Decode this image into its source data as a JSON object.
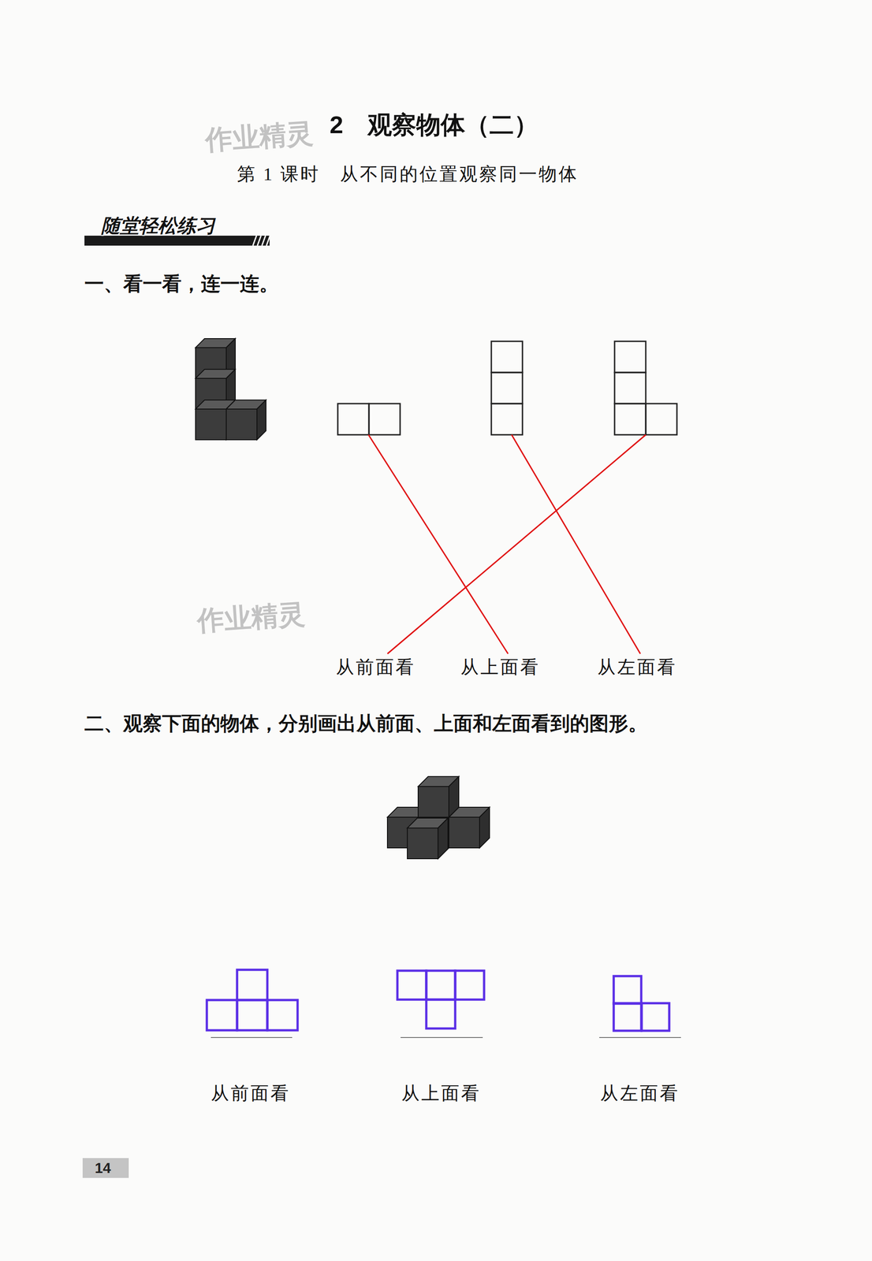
{
  "diagram": {
    "title": "2　观察物体（二）",
    "labels": [
      "作业精灵",
      "第 1 课时　从不同的位置观察同一物体",
      "随堂轻松练习",
      "一、看一看，连一连。",
      "作业精灵",
      "从前面看",
      "从上面看",
      "从左面看",
      "二、观察下面的物体，分别画出从前面、上面和左面看到的图形。",
      "从前面看",
      "从上面看",
      "从左面看",
      "14"
    ]
  }
}
